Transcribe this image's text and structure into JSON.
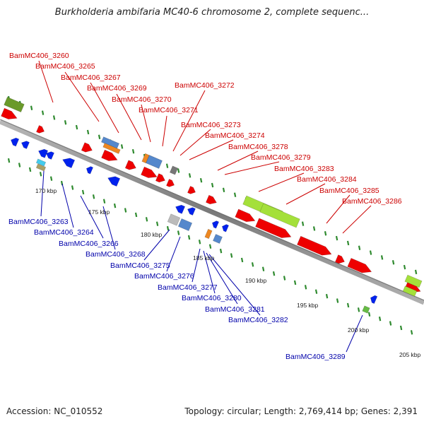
{
  "title": "Burkholderia ambifaria MC40-6 chromosome 2, complete sequenc...",
  "footer": {
    "accession": "Accession: NC_010552",
    "summary": "Topology: circular; Length: 2,769,414 bp; Genes: 2,391"
  },
  "colors": {
    "forward_label": "#cc0000",
    "reverse_label": "#0000aa",
    "backbone": "#8a8a8a",
    "tick": "#2f8a2f",
    "feature_red": "#ee0000",
    "feature_blue": "#0022ee",
    "feature_green": "#a4e03a"
  },
  "scale_labels": [
    "170 kbp",
    "175 kbp",
    "180 kbp",
    "185 kbp",
    "190 kbp",
    "195 kbp",
    "200 kbp",
    "205 kbp"
  ],
  "labels_top": [
    "BamMC406_3260",
    "BamMC406_3265",
    "BamMC406_3267",
    "BamMC406_3269",
    "BamMC406_3270",
    "BamMC406_3271",
    "BamMC406_3272",
    "BamMC406_3273",
    "BamMC406_3274",
    "BamMC406_3278",
    "BamMC406_3279",
    "BamMC406_3283",
    "BamMC406_3284",
    "BamMC406_3285",
    "BamMC406_3286"
  ],
  "labels_bottom": [
    "BamMC406_3263",
    "BamMC406_3264",
    "BamMC406_3266",
    "BamMC406_3268",
    "BamMC406_3275",
    "BamMC406_3276",
    "BamMC406_3277",
    "BamMC406_3280",
    "BamMC406_3281",
    "BamMC406_3282",
    "BamMC406_3289"
  ]
}
